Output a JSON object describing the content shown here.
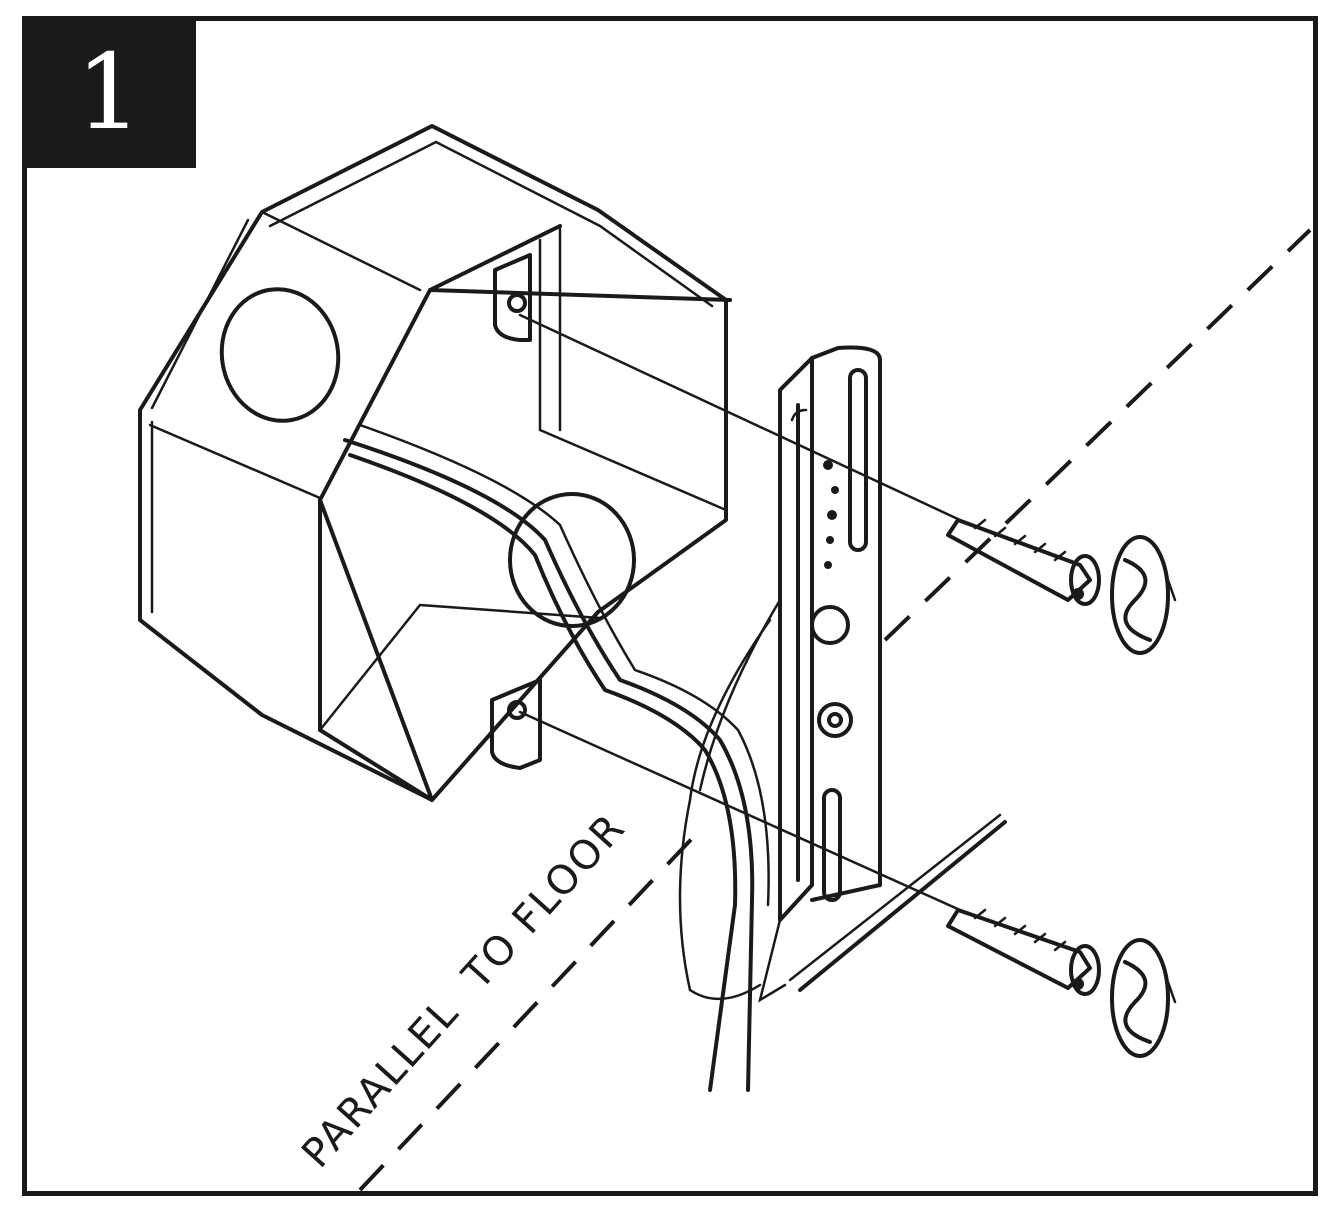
{
  "step": {
    "number": "1"
  },
  "label": {
    "text": "PARALLEL  TO FLOOR"
  },
  "colors": {
    "ink": "#1a1a1a",
    "paper": "#ffffff"
  },
  "parts": [
    "octagonal-junction-box",
    "mounting-bracket",
    "supply-wires",
    "mounting-screw",
    "wall-anchor"
  ]
}
